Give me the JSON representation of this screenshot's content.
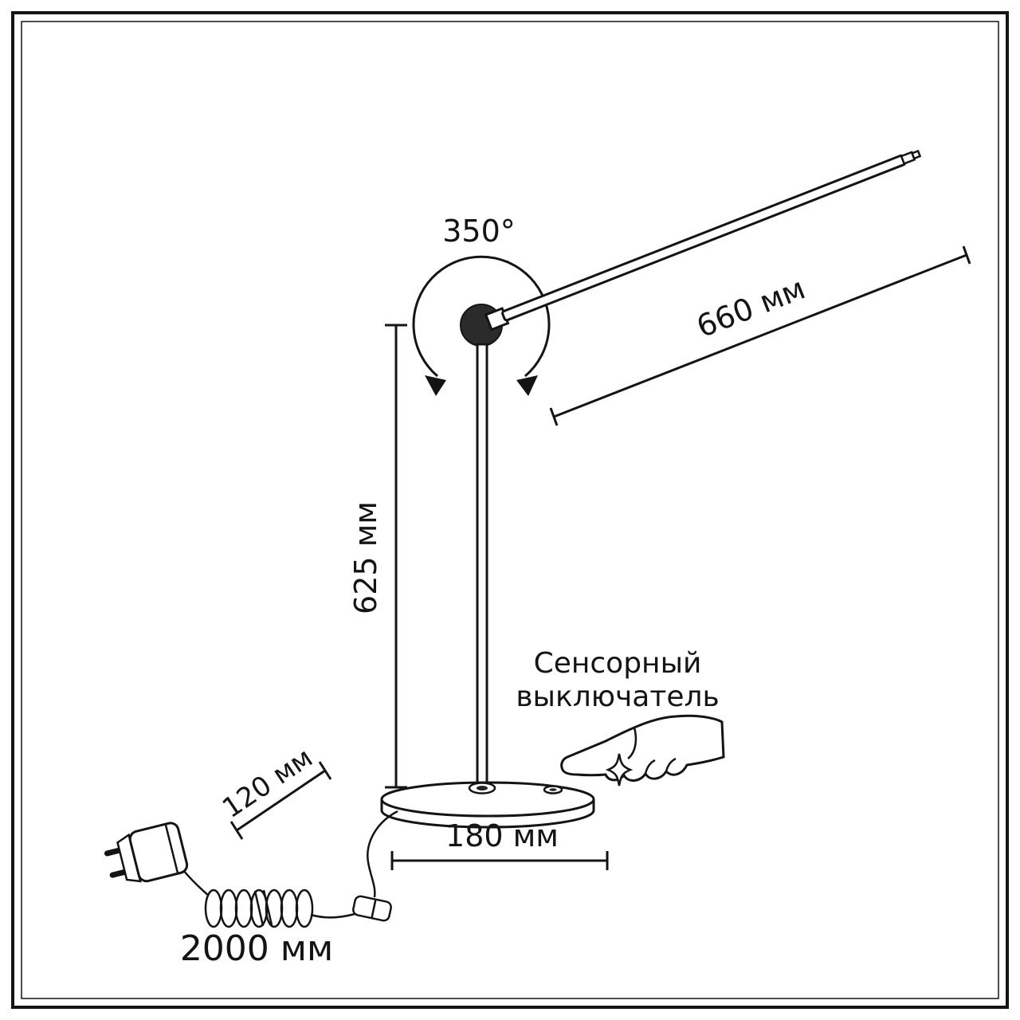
{
  "labels": {
    "rotation": "350°",
    "arm_length": "660 мм",
    "stand_height": "625 мм",
    "base_diameter": "180 мм",
    "plug_size": "120 мм",
    "cable_length": "2000 мм",
    "touch_switch_line1": "Сенсорный",
    "touch_switch_line2": "выключатель"
  },
  "colors": {
    "line": "#141414",
    "background": "#ffffff"
  }
}
